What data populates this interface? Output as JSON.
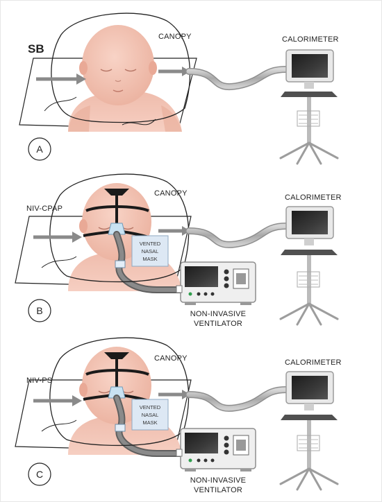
{
  "panels": [
    {
      "id": "A",
      "mode": "SB",
      "canopy_label": "CANOPY",
      "calorimeter_label": "CALORIMETER",
      "circle_label": "A"
    },
    {
      "id": "B",
      "mode": "NIV-CPAP",
      "canopy_label": "CANOPY",
      "calorimeter_label": "CALORIMETER",
      "circle_label": "B",
      "mask_label_lines": [
        "VENTED",
        "NASAL",
        "MASK"
      ],
      "ventilator_label_lines": [
        "NON-INVASIVE",
        "VENTILATOR"
      ]
    },
    {
      "id": "C",
      "mode": "NIV-PS",
      "canopy_label": "CANOPY",
      "calorimeter_label": "CALORIMETER",
      "circle_label": "C",
      "mask_label_lines": [
        "VENTED",
        "NASAL",
        "MASK"
      ],
      "ventilator_label_lines": [
        "NON-INVASIVE",
        "VENTILATOR"
      ]
    }
  ],
  "colors": {
    "skin": "#f2c2b2",
    "skin_shadow": "#e0a592",
    "tube": "#9a9a9a",
    "strap": "#1a1a1a",
    "monitor_screen": "#2d2d2d",
    "mask_box": "#dde8f4"
  }
}
